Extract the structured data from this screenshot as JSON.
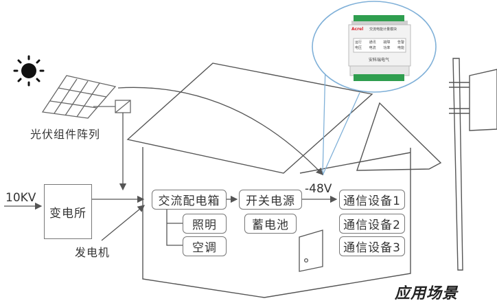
{
  "labels": {
    "pv_array": "光伏组件阵列",
    "voltage_in": "10KV",
    "substation": "变电所",
    "generator": "发电机",
    "ac_box": "交流配电箱",
    "lighting": "照明",
    "aircon": "空调",
    "switch_psu": "开关电源",
    "battery": "蓄电池",
    "dc_voltage": "-48V",
    "comm1": "通信设备1",
    "comm2": "通信设备2",
    "comm3": "通信设备3",
    "scenario": "应用场景"
  },
  "device": {
    "brand": "Acrel",
    "model": "交流电能计量模块",
    "maker": "安科瑞电气",
    "panel_rows": [
      [
        "运行",
        "通讯",
        "故障",
        "告警"
      ],
      [
        "电压",
        "电流",
        "功率",
        "电能"
      ]
    ]
  },
  "colors": {
    "line": "#555555",
    "box_border": "#777777",
    "device_bg": "#f2f2f2",
    "terminal": "#2f9e4f",
    "bubble_line": "#7fb0d8",
    "brand": "#d9232e"
  }
}
